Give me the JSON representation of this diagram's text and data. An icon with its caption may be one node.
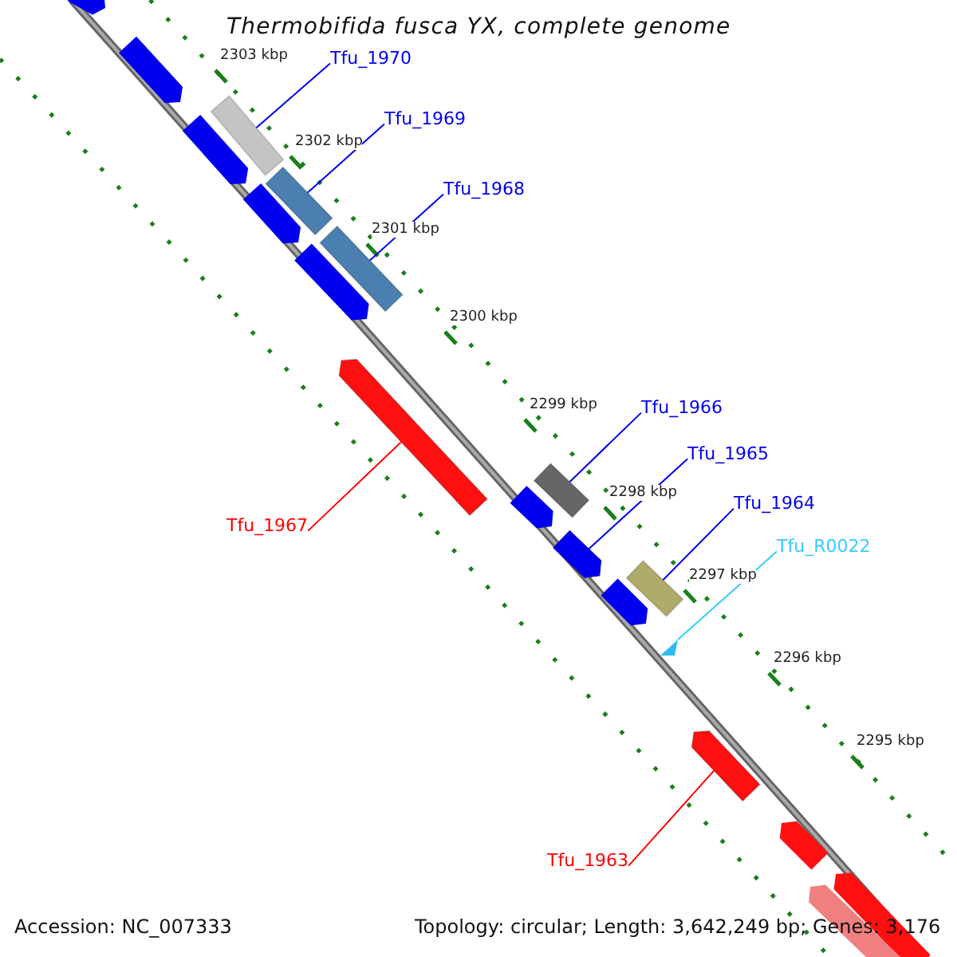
{
  "diagram": {
    "title": "Thermobifida fusca YX, complete genome",
    "nodes": [
      {
        "text": [
          "Tfu_1970"
        ]
      },
      {
        "text": [],
        "shape": "bar"
      },
      {
        "text": [
          "Tfu_1969"
        ]
      },
      {
        "text": [],
        "shape": "bar"
      },
      {
        "text": [
          "Tfu_1968"
        ]
      },
      {
        "text": [],
        "shape": "bar"
      },
      {
        "text": [
          "Tfu_1966"
        ]
      },
      {
        "text": [],
        "shape": "bar"
      },
      {
        "text": [
          "Tfu_1965"
        ]
      },
      {
        "text": [],
        "shape": "bar"
      },
      {
        "text": [
          "Tfu_1964"
        ]
      },
      {
        "text": [],
        "shape": "bar"
      },
      {
        "text": [
          "Tfu_1967"
        ]
      },
      {
        "text": [],
        "shape": "bar"
      },
      {
        "text": [
          "Tfu_R0022"
        ]
      },
      {
        "text": [],
        "shape": "triangle"
      },
      {
        "text": [
          "Tfu_1963"
        ]
      },
      {
        "text": [],
        "shape": "bar"
      }
    ],
    "edges": [
      {
        "from": 0,
        "to": 1,
        "arrow": "none"
      },
      {
        "from": 2,
        "to": 3,
        "arrow": "none"
      },
      {
        "from": 4,
        "to": 5,
        "arrow": "none"
      },
      {
        "from": 6,
        "to": 7,
        "arrow": "none"
      },
      {
        "from": 8,
        "to": 9,
        "arrow": "none"
      },
      {
        "from": 10,
        "to": 11,
        "arrow": "none"
      },
      {
        "from": 12,
        "to": 13,
        "arrow": "none",
        "color": "#ff0000"
      },
      {
        "from": 14,
        "to": 15,
        "arrow": "none",
        "color": "#33ccff"
      },
      {
        "from": 16,
        "to": 17,
        "arrow": "none",
        "color": "#ff0000"
      }
    ],
    "labels": [
      "2303 kbp",
      "2302 kbp",
      "2301 kbp",
      "2300 kbp",
      "2299 kbp",
      "2298 kbp",
      "2297 kbp",
      "2296 kbp",
      "2295 kbp",
      "Accession: NC_007333",
      "Topology: circular; Length: 3,642,249 bp; Genes: 3,176"
    ]
  }
}
